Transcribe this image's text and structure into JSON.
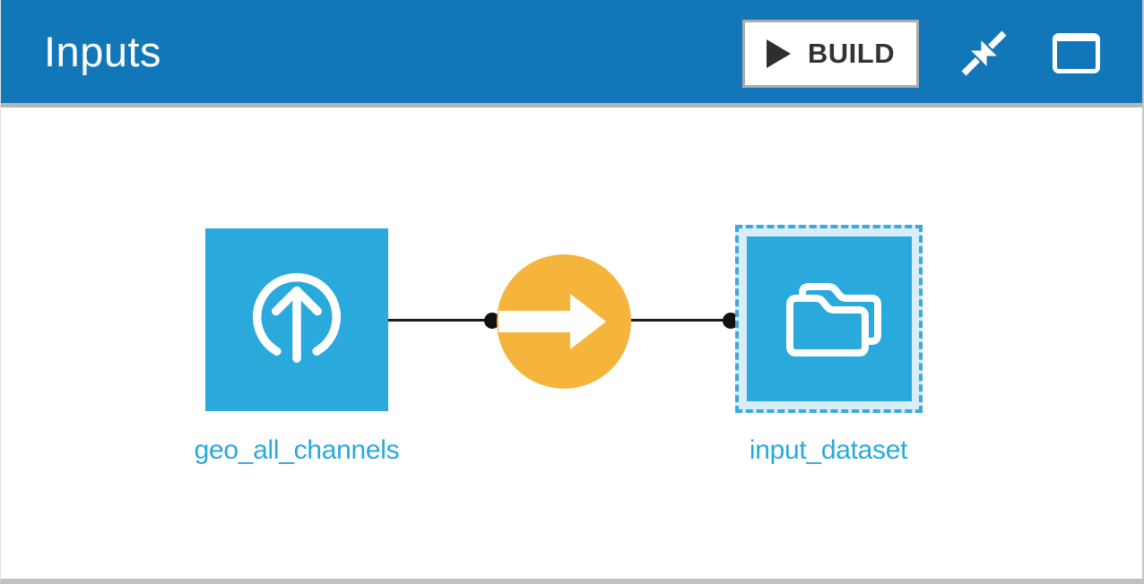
{
  "header": {
    "title": "Inputs",
    "build_button": {
      "label": "BUILD",
      "icon": "play-triangle"
    },
    "icons": {
      "collapse": "collapse-diagonal-arrows",
      "window": "window-frame"
    },
    "background_color": "#1277B8"
  },
  "flow": {
    "nodes": [
      {
        "label": "geo_all_channels",
        "type": "uploaded-dataset",
        "icon": "upload-circle-arrow-icon",
        "color": "#29A9DC",
        "selected": false
      },
      {
        "label": "input_dataset",
        "type": "folder",
        "icon": "double-folder-icon",
        "color": "#29A9DC",
        "selected": true
      }
    ],
    "recipe": {
      "icon": "arrow-right-icon",
      "color": "#F5B53C"
    },
    "connector": {
      "color": "#1A1A1A"
    },
    "selection": {
      "border_color": "#3AA9DC",
      "fill_color": "#D9EDF8"
    },
    "label_color": "#2AA9DC"
  }
}
